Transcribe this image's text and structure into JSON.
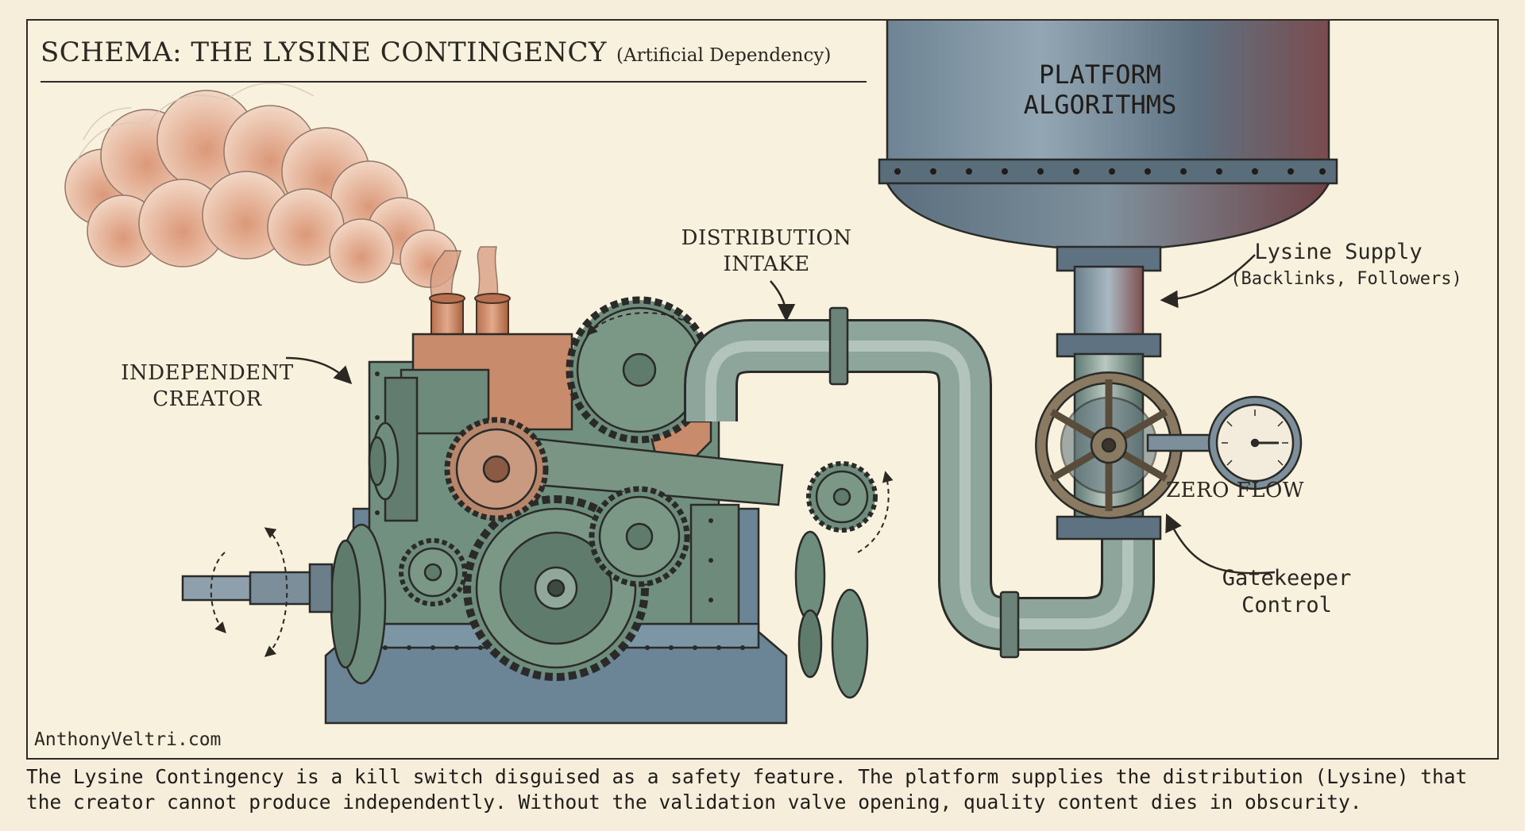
{
  "title": {
    "main": "SCHEMA: THE LYSINE CONTINGENCY",
    "sub": "(Artificial Dependency)"
  },
  "labels": {
    "platform_algorithms": "PLATFORM\nALGORITHMS",
    "distribution_intake": "DISTRIBUTION\nINTAKE",
    "independent_creator": "INDEPENDENT\nCREATOR",
    "lysine_supply": "Lysine Supply",
    "lysine_supply_detail": "(Backlinks, Followers)",
    "zero_flow": "ZERO FLOW",
    "gatekeeper_control": "Gatekeeper\nControl"
  },
  "watermark": "AnthonyVeltri.com",
  "caption": "The Lysine Contingency is a kill switch disguised as a safety feature. The platform supplies the distribution (Lysine) that the creator cannot produce independently. Without the validation valve opening, quality content dies in obscurity.",
  "colors": {
    "paper": "#f6eedb",
    "ink": "#2b2722",
    "machine_green": "#6f8a7e",
    "machine_blue": "#5d7585",
    "copper": "#c7876a",
    "tank_steel": "#596e7e",
    "tank_red": "#7a4a4a",
    "smoke": "#e2a88e",
    "valve_bronze": "#7a6a55"
  },
  "icons": {
    "tank": "tank-icon",
    "pipe": "pipe-icon",
    "valve": "valve-wheel-icon",
    "gauge": "pressure-gauge-icon",
    "gear": "gear-icon",
    "smoke": "smoke-cloud-icon"
  }
}
